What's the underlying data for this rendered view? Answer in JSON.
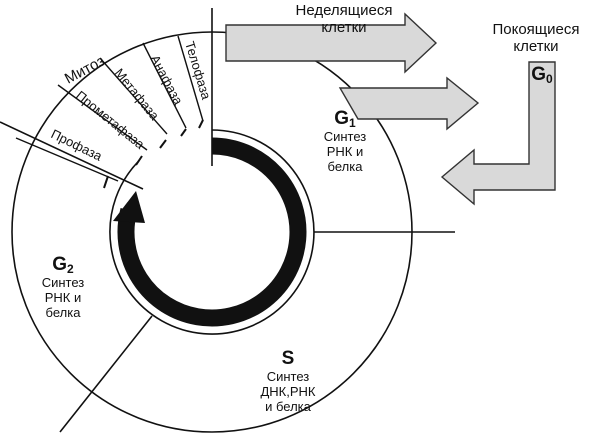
{
  "colors": {
    "line": "#111111",
    "arrow_fill": "#d9d9d9",
    "arrow_stroke": "#333333",
    "background": "#ffffff"
  },
  "nondividing": {
    "line1": "Неделящиеся",
    "line2": "клетки"
  },
  "resting": {
    "line1": "Покоящиеся",
    "line2": "клетки",
    "g0_letter": "G",
    "g0_sub": "0"
  },
  "g1": {
    "letter": "G",
    "sub": "1",
    "desc1": "Синтез",
    "desc2": "РНК и",
    "desc3": "белка"
  },
  "g2": {
    "letter": "G",
    "sub": "2",
    "desc1": "Синтез",
    "desc2": "РНК и",
    "desc3": "белка"
  },
  "s": {
    "letter": "S",
    "desc1": "Синтез",
    "desc2": "ДНК,РНК",
    "desc3": "и белка"
  },
  "mitosis": {
    "title": "Митоз",
    "prophase": "Профаза",
    "prometaphase": "Прометафаза",
    "metaphase": "Метафаза",
    "anaphase": "Анафаза",
    "telophase": "Телофаза"
  }
}
